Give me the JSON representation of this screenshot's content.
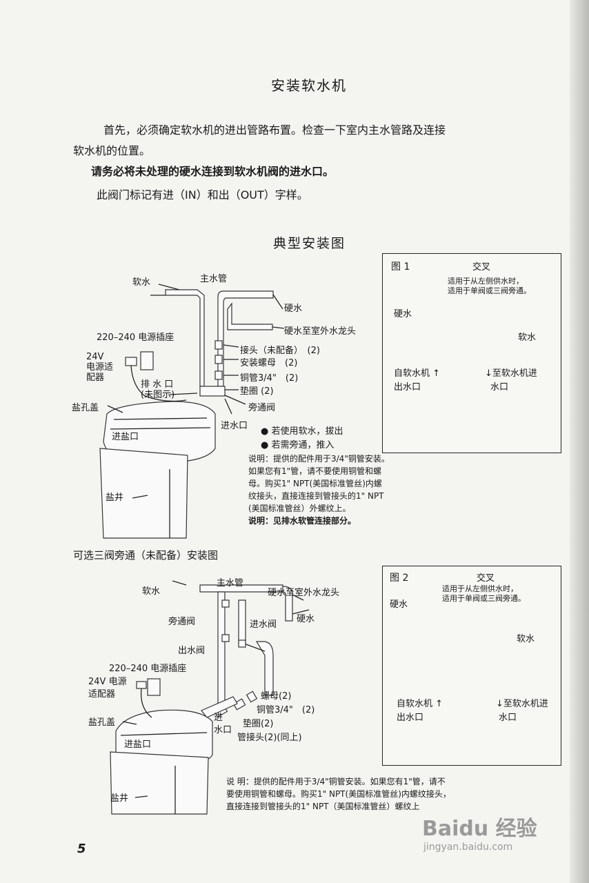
{
  "title": "安装软水机",
  "intro": {
    "line1": "首先，必须确定软水机的进出管路布置。检查一下室内主水管路及连接",
    "line2": "软水机的位置。",
    "bold": "请务必将未处理的硬水连接到软水机阀的进水口。",
    "line3": "此阀门标记有进（IN）和出（OUT）字样。"
  },
  "typical": {
    "heading": "典型安装图",
    "labels": {
      "soft_water": "软水",
      "main_pipe": "主水管",
      "hard_water": "硬水",
      "hard_to_faucet": "硬水至室外水龙头",
      "power_socket": "220–240 电源插座",
      "fitting": "接头（未配备）　(2)",
      "nut": "安装螺母　(2)",
      "copper": "铜管3/4\"　(2)",
      "washer": "垫圈 (2)",
      "adapter": "24V\n电源适\n配器",
      "drain": "排 水 口",
      "drain_note": "(未图示)",
      "salt_lid": "盐孔盖",
      "bypass": "旁通阀",
      "inlet": "进水口",
      "salt_port": "进盐口",
      "salt_well": "盐井"
    },
    "bullets": [
      "若使用软水，拔出",
      "若需旁通，推入"
    ],
    "note": [
      "说明：提供的配件用于3/4\"铜管安装。",
      "如果您有1\"管，请不要使用铜管和螺",
      "母。购买1\" NPT(美国标准管丝)内螺",
      "纹接头，直接连接到管接头的1\" NPT",
      "(美国标准管丝）外螺纹上。"
    ],
    "note_bold": "说明：见排水软管连接部分。"
  },
  "fig1": {
    "label": "图 1",
    "cross": "交叉",
    "sub1": "适用于从左侧供水时，",
    "sub2": "适用于单阀或三阀旁通。",
    "hard": "硬水",
    "soft": "软水",
    "from": "自软水机",
    "from2": "出水口",
    "to": "至软水机进",
    "to2": "水口"
  },
  "optional": {
    "heading": "可选三阀旁通（未配备）安装图",
    "labels": {
      "main_pipe": "主水管",
      "soft_water": "软水",
      "hard_to_faucet": "硬水至室外水龙头",
      "bypass": "旁通阀",
      "inlet_valve": "进水阀",
      "hard_water": "硬水",
      "outlet_valve": "出水阀",
      "power_socket": "220–240 电源插座",
      "adapter": "24V 电源\n适配器",
      "nut": "螺母(2)",
      "copper": "铜管3/4\"　(2)",
      "washer": "垫圈(2)",
      "fitting": "管接头(2)(同上)",
      "salt_lid": "盐孔盖",
      "salt_port": "进盐口",
      "inlet": "进\n水口",
      "salt_well": "盐井"
    },
    "note": [
      "说 明：提供的配件用于3/4\"铜管安装。如果您有1\"管，请不",
      "要使用铜管和螺母。购买1\" NPT(美国标准管丝)内螺纹接头，",
      "直接连接到管接头的1\" NPT（美国标准管丝）螺纹上"
    ]
  },
  "fig2": {
    "label": "图 2",
    "cross": "交叉",
    "sub1": "适用于从左侧供水时，",
    "sub2": "适用于单阀或三阀旁通。",
    "hard": "硬水",
    "soft": "软水",
    "from": "自软水机",
    "from2": "出水口",
    "to": "至软水机进",
    "to2": "水口"
  },
  "page_number": "5",
  "watermark": {
    "logo": "Baidu 经验",
    "url": "jingyan.baidu.com"
  }
}
